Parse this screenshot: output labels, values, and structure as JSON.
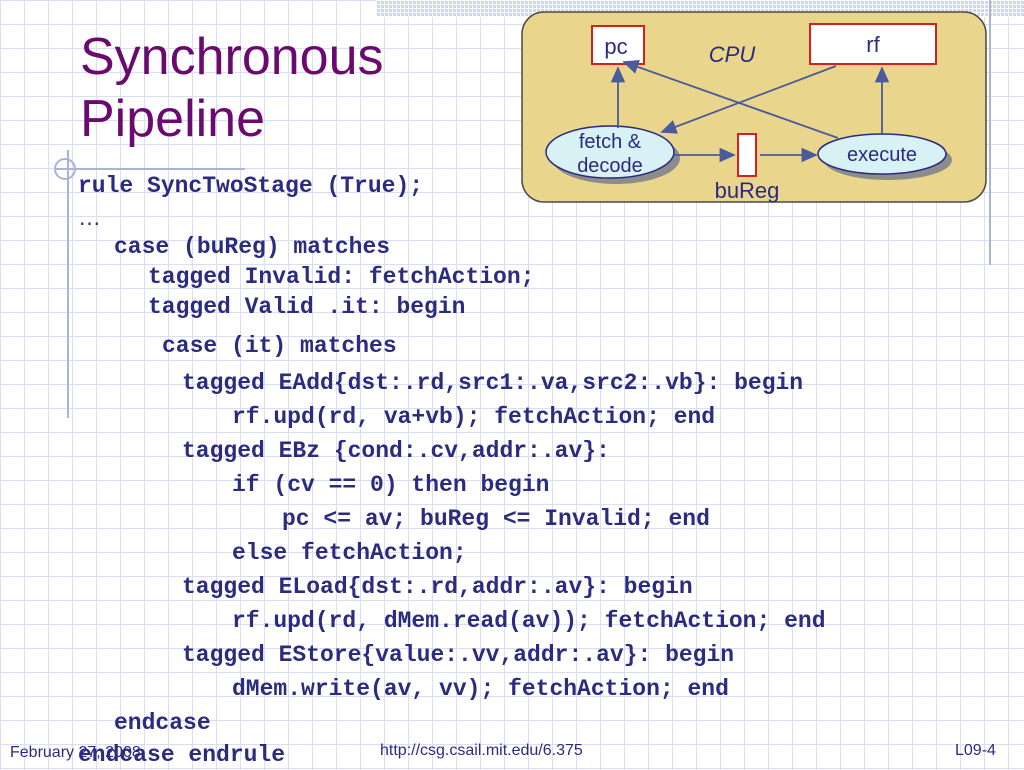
{
  "slide": {
    "title_line1": "Synchronous",
    "title_line2": "Pipeline"
  },
  "code_lines": [
    "rule SyncTwoStage (True);",
    "…",
    "case (buReg) matches",
    "tagged Invalid: fetchAction;",
    "tagged Valid .it: begin",
    "case (it) matches",
    "tagged EAdd{dst:.rd,src1:.va,src2:.vb}: begin",
    "rf.upd(rd, va+vb); fetchAction; end",
    "tagged EBz {cond:.cv,addr:.av}:",
    "if (cv == 0) then begin",
    "pc <= av; buReg <= Invalid; end",
    "else fetchAction;",
    "tagged ELoad{dst:.rd,addr:.av}: begin",
    "rf.upd(rd, dMem.read(av)); fetchAction; end",
    "tagged EStore{value:.vv,addr:.av}: begin",
    "dMem.write(av, vv); fetchAction; end",
    "endcase",
    "endcase endrule"
  ],
  "diagram": {
    "pc_label": "pc",
    "rf_label": "rf",
    "cpu_label": "CPU",
    "fetch_line1": "fetch &",
    "fetch_line2": "decode",
    "execute_label": "execute",
    "bureg_label": "buReg",
    "colors": {
      "cpu_fill": "#e9d58c",
      "register_border": "#d42020",
      "cloud_fill": "#d7f1f5",
      "arrow": "#4a5a9a"
    }
  },
  "footer": {
    "date": "February 27, 2008",
    "url": "http://csg.csail.mit.edu/6.375",
    "slide_number": "L09-4"
  }
}
